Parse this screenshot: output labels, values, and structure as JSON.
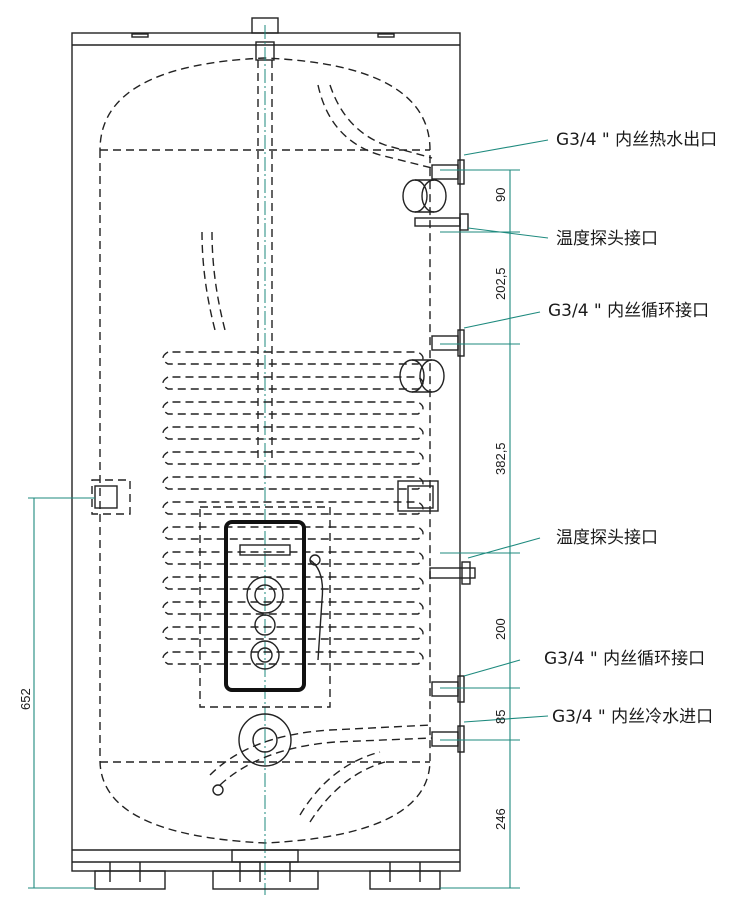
{
  "labels": {
    "outlet": "G3/4 \" 内丝热水出口",
    "probe_upper": "温度探头接口",
    "circ_upper": "G3/4 \" 内丝循环接口",
    "probe_lower": "温度探头接口",
    "circ_lower": "G3/4 \" 内丝循环接口",
    "inlet": "G3/4 \" 内丝冷水进口"
  },
  "dimensions": {
    "d1": "90",
    "d2": "202,5",
    "d3": "382,5",
    "d4": "200",
    "d5": "85",
    "d6": "246",
    "total": "652"
  },
  "colors": {
    "line": "#222222",
    "dimension": "#1e8a7e"
  }
}
